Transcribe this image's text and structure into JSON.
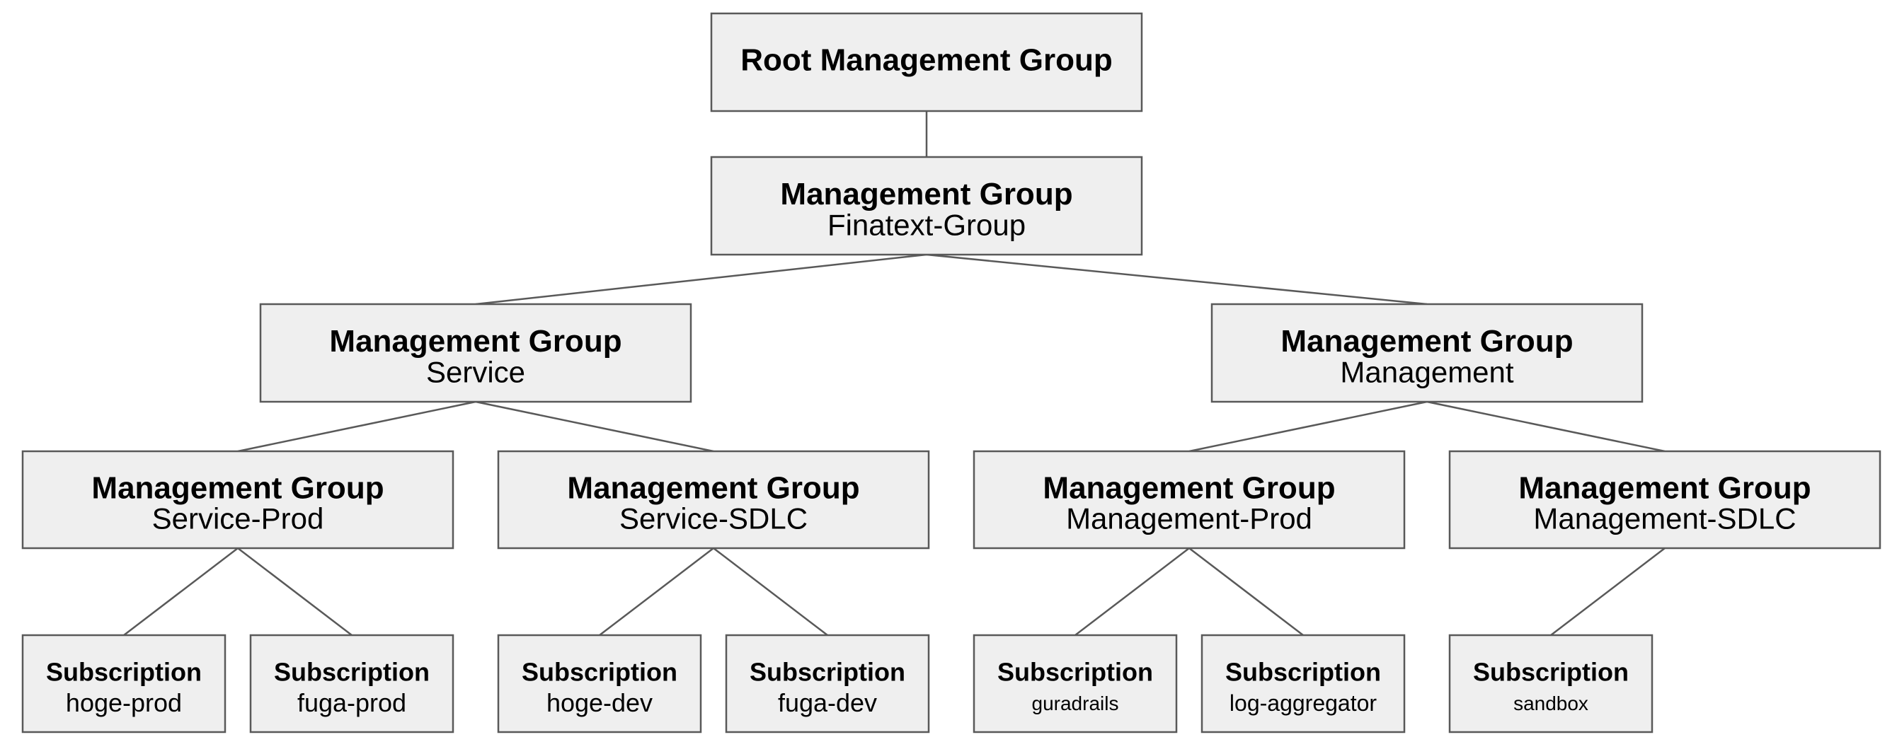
{
  "nodes": [
    {
      "id": "root",
      "title": "Root Management Group",
      "subtitle": ""
    },
    {
      "id": "finatext",
      "title": "Management Group",
      "subtitle": "Finatext-Group"
    },
    {
      "id": "service",
      "title": "Management Group",
      "subtitle": "Service"
    },
    {
      "id": "management",
      "title": "Management Group",
      "subtitle": "Management"
    },
    {
      "id": "service-prod",
      "title": "Management Group",
      "subtitle": "Service-Prod"
    },
    {
      "id": "service-sdlc",
      "title": "Management Group",
      "subtitle": "Service-SDLC"
    },
    {
      "id": "management-prod",
      "title": "Management Group",
      "subtitle": "Management-Prod"
    },
    {
      "id": "management-sdlc",
      "title": "Management Group",
      "subtitle": "Management-SDLC"
    },
    {
      "id": "hoge-prod",
      "title": "Subscription",
      "subtitle": "hoge-prod"
    },
    {
      "id": "fuga-prod",
      "title": "Subscription",
      "subtitle": "fuga-prod"
    },
    {
      "id": "hoge-dev",
      "title": "Subscription",
      "subtitle": "hoge-dev"
    },
    {
      "id": "fuga-dev",
      "title": "Subscription",
      "subtitle": "fuga-dev"
    },
    {
      "id": "guradrails",
      "title": "Subscription",
      "subtitle": "guradrails"
    },
    {
      "id": "log-aggregator",
      "title": "Subscription",
      "subtitle": "log-aggregator"
    },
    {
      "id": "sandbox",
      "title": "Subscription",
      "subtitle": "sandbox"
    }
  ],
  "edges": [
    [
      "root",
      "finatext"
    ],
    [
      "finatext",
      "service"
    ],
    [
      "finatext",
      "management"
    ],
    [
      "service",
      "service-prod"
    ],
    [
      "service",
      "service-sdlc"
    ],
    [
      "management",
      "management-prod"
    ],
    [
      "management",
      "management-sdlc"
    ],
    [
      "service-prod",
      "hoge-prod"
    ],
    [
      "service-prod",
      "fuga-prod"
    ],
    [
      "service-sdlc",
      "hoge-dev"
    ],
    [
      "service-sdlc",
      "fuga-dev"
    ],
    [
      "management-prod",
      "guradrails"
    ],
    [
      "management-prod",
      "log-aggregator"
    ],
    [
      "management-sdlc",
      "sandbox"
    ]
  ],
  "colors": {
    "box_fill": "#efefef",
    "box_stroke": "#595959",
    "edge": "#595959",
    "text": "#000000"
  }
}
